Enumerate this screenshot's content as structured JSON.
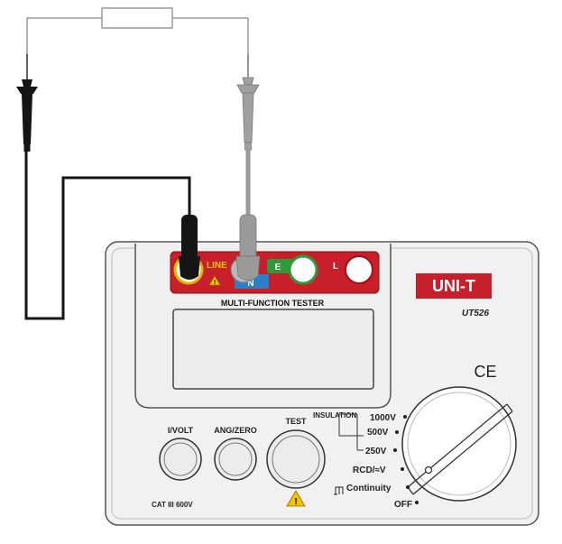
{
  "device": {
    "brand": "UNI-T",
    "model": "UT526",
    "panel_title": "MULTI-FUNCTION TESTER",
    "ce_mark": "CE",
    "category": "CAT III 600V"
  },
  "terminals": {
    "line": "LINE",
    "neutral": "N",
    "earth": "E",
    "live": "L"
  },
  "buttons": {
    "i_volt": "I/VOLT",
    "ang_zero": "ANG/ZERO",
    "test": "TEST"
  },
  "dial": {
    "group_label": "INSULATION",
    "options": [
      "1000V",
      "500V",
      "250V",
      "RCD/≈V",
      "Continuity",
      "OFF"
    ]
  },
  "colors": {
    "brand_red": "#c8202a",
    "terminal_green": "#2e9a3c",
    "terminal_blue": "#2a7fc8",
    "panel_gray": "#f2f2f2",
    "probe_black": "#151515",
    "probe_gray": "#9a9a9a"
  },
  "icons": [
    "warning-icon",
    "resistor-icon",
    "ground-icon",
    "continuity-icon"
  ]
}
